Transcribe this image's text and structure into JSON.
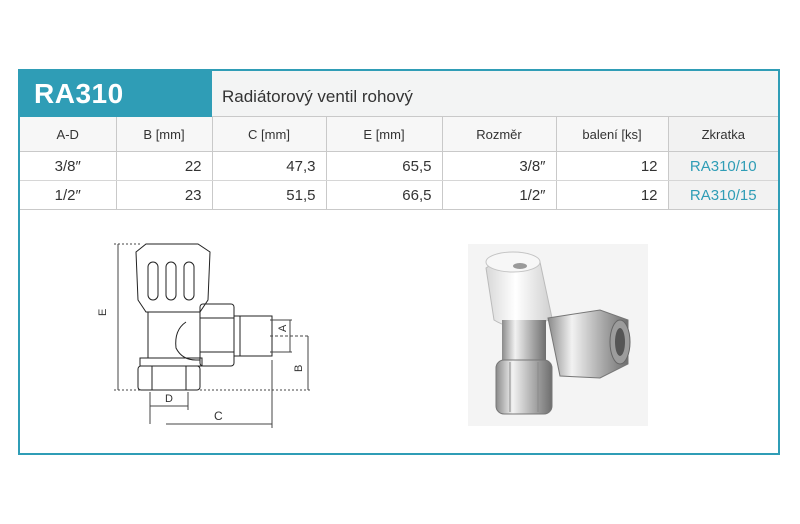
{
  "product": {
    "code": "RA310",
    "title": "Radiátorový ventil rohový"
  },
  "table": {
    "headers": [
      "A-D",
      "B [mm]",
      "C [mm]",
      "E [mm]",
      "Rozměr",
      "balení [ks]",
      "Zkratka"
    ],
    "rows": [
      [
        "3/8″",
        "22",
        "47,3",
        "65,5",
        "3/8″",
        "12",
        "RA310/10"
      ],
      [
        "1/2″",
        "23",
        "51,5",
        "66,5",
        "1/2″",
        "12",
        "RA310/15"
      ]
    ]
  },
  "drawing_labels": {
    "a": "A",
    "b": "B",
    "c": "C",
    "d": "D",
    "e": "E"
  },
  "colors": {
    "accent": "#2f9db6",
    "header_bg": "#f3f4f4",
    "text": "#333333"
  }
}
